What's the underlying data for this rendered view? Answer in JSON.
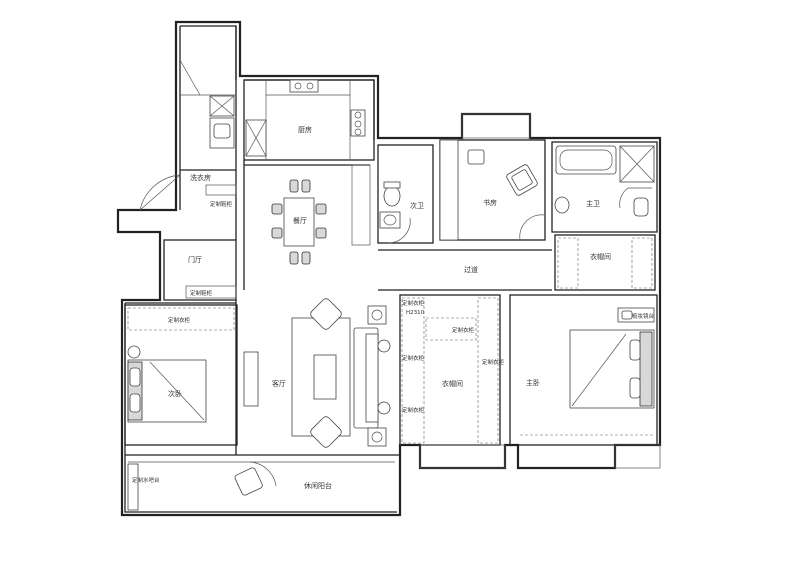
{
  "rooms": {
    "laundry": "洗衣房",
    "kitchen": "厨房",
    "dining": "餐厅",
    "guest_bath": "次卫",
    "study": "书房",
    "master_bath": "主卫",
    "foyer": "门厅",
    "corridor": "过道",
    "master_closet": "衣帽间",
    "living": "客厅",
    "second_bedroom": "次卧",
    "closet": "衣帽间",
    "master_bedroom": "主卧",
    "balcony": "休闲阳台"
  },
  "annotations": {
    "shoe_cabinet_custom": "定制鞋柜",
    "shoe_cabinet_foyer": "定制鞋柜",
    "wardrobe_second": "定制衣柜",
    "wardrobe_corridor": "定制衣柜",
    "wardrobe_code": "H2310",
    "wardrobe_closet_a": "定制衣柜",
    "wardrobe_closet_b": "定制衣柜",
    "wardrobe_closet_c": "定制衣柜",
    "wardrobe_closet_d": "定制衣柜",
    "balcony_wash": "定制水吧台",
    "master_vanity": "梳妆镜台"
  }
}
